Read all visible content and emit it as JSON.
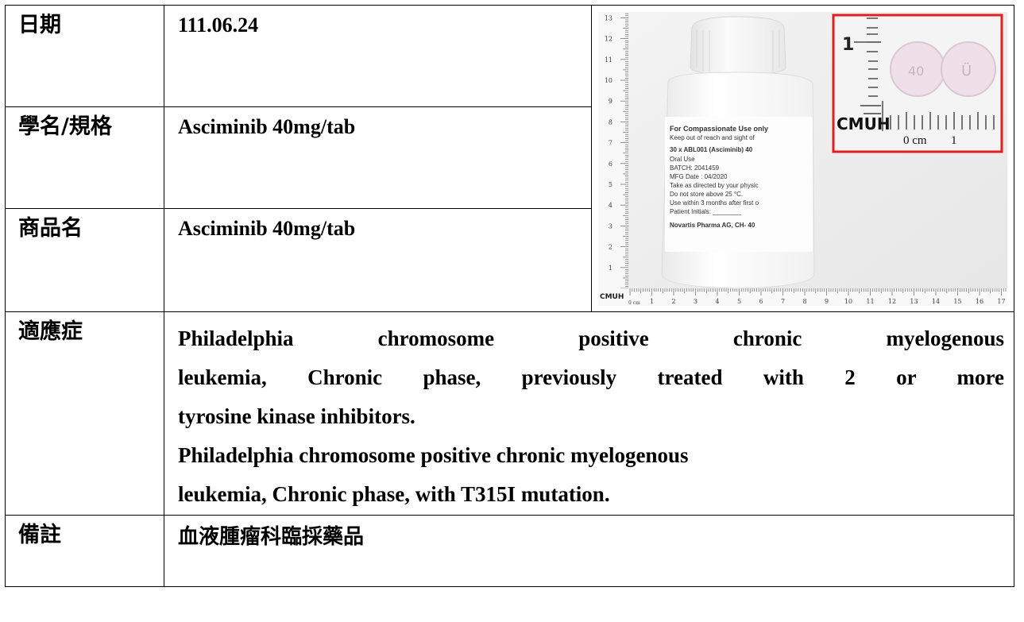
{
  "rows": {
    "date": {
      "label": "日期",
      "value": "111.06.24"
    },
    "generic": {
      "label": "學名/規格",
      "value": "Asciminib 40mg/tab"
    },
    "brand": {
      "label": "商品名",
      "value": "Asciminib 40mg/tab"
    },
    "indication": {
      "label": "適應症",
      "lines": [
        "Philadelphia chromosome positive chronic myelogenous",
        "leukemia, Chronic phase, previously treated with 2 or more",
        "tyrosine kinase inhibitors.",
        "Philadelphia chromosome positive chronic myelogenous",
        "leukemia, Chronic phase, with T315I mutation."
      ]
    },
    "note": {
      "label": "備註",
      "value": "血液腫瘤科臨採藥品"
    }
  },
  "photo": {
    "bottle_label_lines": [
      "For Compassionate Use only",
      "Keep out of reach and sight of",
      "30 x ABL001 (Asciminib) 40",
      "Oral Use",
      "BATCH: 2041459",
      "MFG Date : 04/2020",
      "Take as directed by your physic",
      "Do not store above 25 °C.",
      "Use within 3 months after first o",
      "Patient Initials: ________",
      "Novartis Pharma AG, CH- 40"
    ],
    "ruler_brand": "CMUH",
    "ruler_unit": "0 cm",
    "vertical_ticks": [
      "13",
      "12",
      "11",
      "10",
      "9",
      "8",
      "7",
      "6",
      "5",
      "4",
      "3",
      "2",
      "1"
    ],
    "horizontal_ticks": [
      "1",
      "2",
      "3",
      "4",
      "5",
      "6",
      "7",
      "8",
      "9",
      "10",
      "11",
      "12",
      "13",
      "14",
      "15",
      "16",
      "17"
    ],
    "inset": {
      "scale_label": "1",
      "unit_label": "0 cm",
      "unit_one": "1",
      "tablet_imprint": "40",
      "tablet_logo": "Ü"
    },
    "inset_border_color": "#e02020"
  }
}
